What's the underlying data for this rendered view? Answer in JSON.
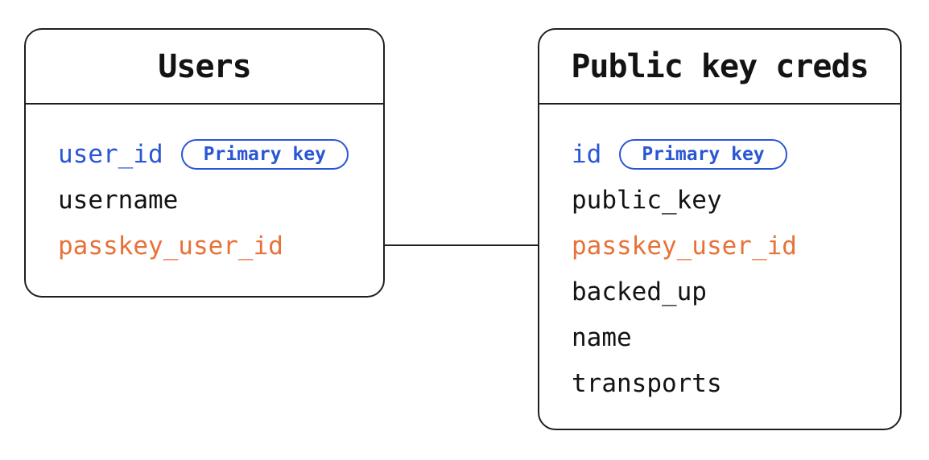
{
  "diagram": {
    "type": "entity-relationship",
    "colors": {
      "blue": "#2a56d3",
      "orange": "#e87138",
      "line": "#1f1f1f",
      "text": "#131313",
      "background": "#ffffff"
    },
    "badge_label": "Primary key",
    "tables": [
      {
        "title": "Users",
        "fields": [
          {
            "name": "user_id",
            "color": "blue",
            "badge": "Primary key"
          },
          {
            "name": "username",
            "color": "black"
          },
          {
            "name": "passkey_user_id",
            "color": "orange"
          }
        ]
      },
      {
        "title": "Public key creds",
        "fields": [
          {
            "name": "id",
            "color": "blue",
            "badge": "Primary key"
          },
          {
            "name": "public_key",
            "color": "black"
          },
          {
            "name": "passkey_user_id",
            "color": "orange"
          },
          {
            "name": "backed_up",
            "color": "black"
          },
          {
            "name": "name",
            "color": "black"
          },
          {
            "name": "transports",
            "color": "black"
          }
        ]
      }
    ],
    "connector": {
      "from_table": "Users",
      "from_field": "passkey_user_id",
      "to_table": "Public key creds",
      "to_field": "passkey_user_id"
    }
  }
}
